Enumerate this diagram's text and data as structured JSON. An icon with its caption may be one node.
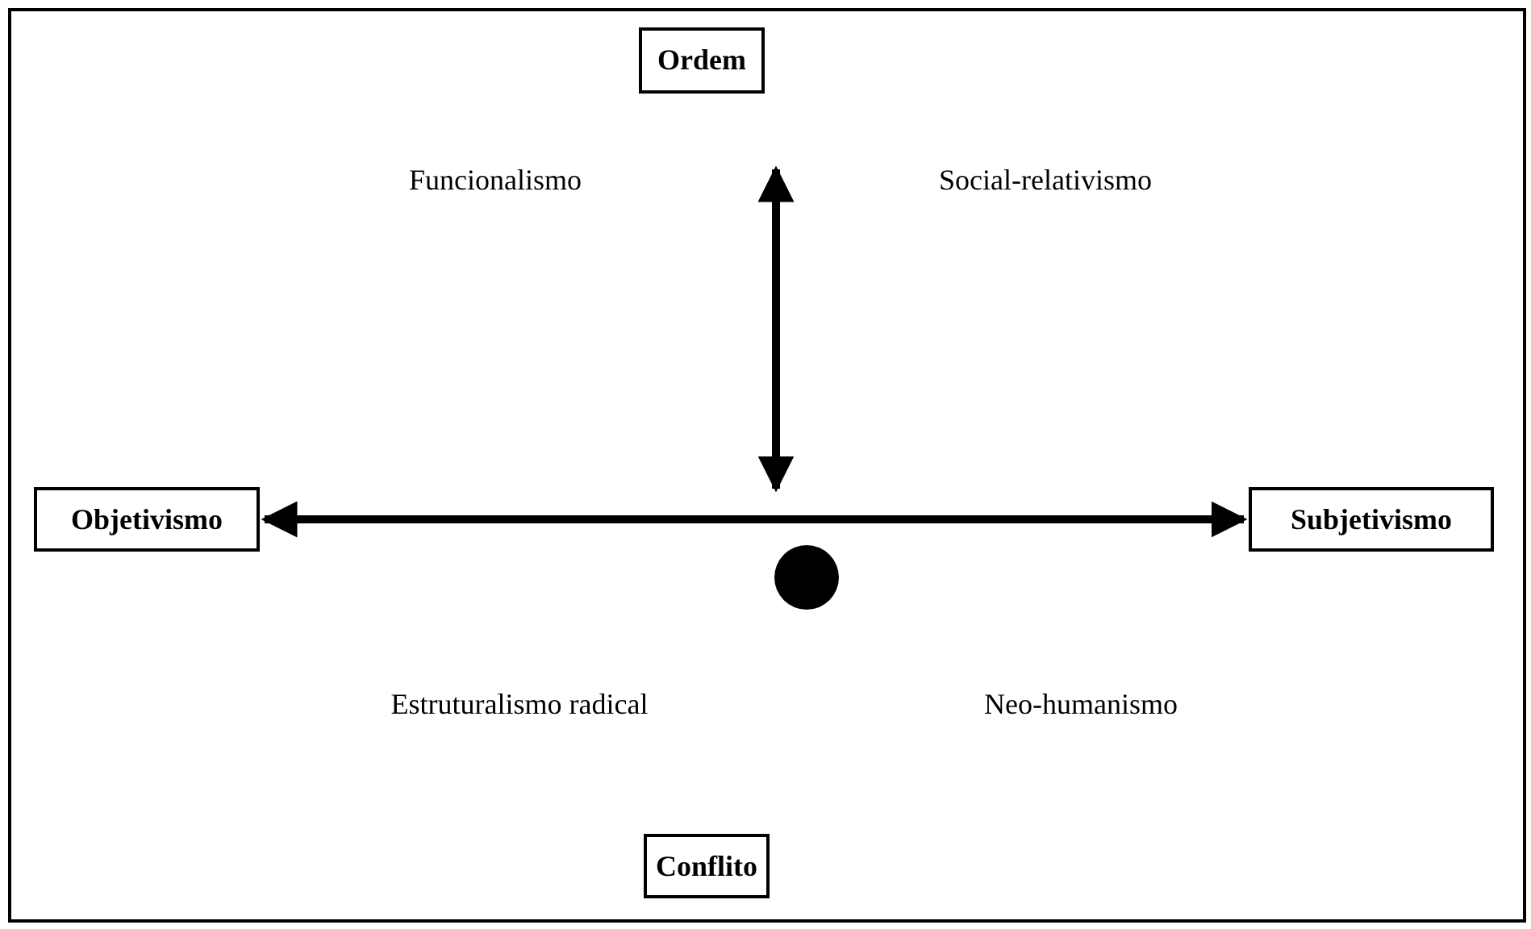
{
  "diagram": {
    "nodes": [
      {
        "text": [
          "Ordem"
        ]
      },
      {
        "text": [
          "Objetivismo"
        ]
      },
      {
        "text": [
          "Subjetivismo"
        ]
      },
      {
        "text": [],
        "shape": "circle"
      },
      {
        "text": [
          "Conflito"
        ]
      }
    ],
    "edges": [
      {
        "from": 0,
        "to": null,
        "arrow": "both"
      },
      {
        "from": 1,
        "to": 2,
        "arrow": "both"
      }
    ],
    "labels": [
      "Funcionalismo",
      "Social-relativismo",
      "Estruturalismo radical",
      "Neo-humanismo"
    ]
  }
}
